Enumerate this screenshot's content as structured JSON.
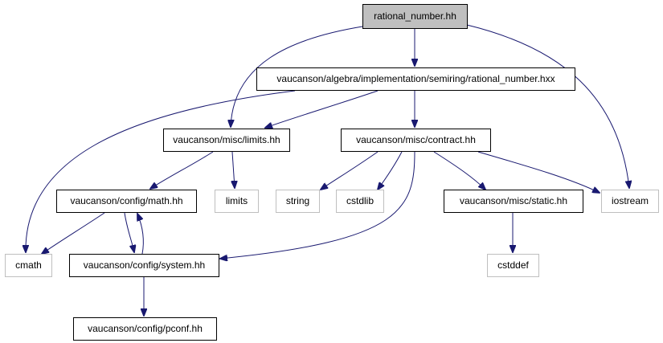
{
  "colors": {
    "edge": "#191970",
    "root_fill": "#bfbfbf",
    "node_stroke": "#000000",
    "external_stroke": "#bfbfbf",
    "background": "#ffffff"
  },
  "nodes": [
    {
      "id": "rational_number_hh",
      "label": "rational_number.hh",
      "kind": "root"
    },
    {
      "id": "rational_number_hxx",
      "label": "vaucanson/algebra/implementation/semiring/rational_number.hxx",
      "kind": "internal"
    },
    {
      "id": "limits_hh",
      "label": "vaucanson/misc/limits.hh",
      "kind": "internal"
    },
    {
      "id": "contract_hh",
      "label": "vaucanson/misc/contract.hh",
      "kind": "internal"
    },
    {
      "id": "math_hh",
      "label": "vaucanson/config/math.hh",
      "kind": "internal"
    },
    {
      "id": "limits",
      "label": "limits",
      "kind": "external"
    },
    {
      "id": "string",
      "label": "string",
      "kind": "external"
    },
    {
      "id": "cstdlib",
      "label": "cstdlib",
      "kind": "external"
    },
    {
      "id": "static_hh",
      "label": "vaucanson/misc/static.hh",
      "kind": "internal"
    },
    {
      "id": "iostream",
      "label": "iostream",
      "kind": "external"
    },
    {
      "id": "cmath",
      "label": "cmath",
      "kind": "external"
    },
    {
      "id": "system_hh",
      "label": "vaucanson/config/system.hh",
      "kind": "internal"
    },
    {
      "id": "cstddef",
      "label": "cstddef",
      "kind": "external"
    },
    {
      "id": "pconf_hh",
      "label": "vaucanson/config/pconf.hh",
      "kind": "internal"
    }
  ],
  "edges": [
    {
      "from": "rational_number_hh",
      "to": "rational_number_hxx"
    },
    {
      "from": "rational_number_hh",
      "to": "limits_hh"
    },
    {
      "from": "rational_number_hh",
      "to": "iostream"
    },
    {
      "from": "rational_number_hxx",
      "to": "limits_hh"
    },
    {
      "from": "rational_number_hxx",
      "to": "contract_hh"
    },
    {
      "from": "rational_number_hxx",
      "to": "cmath"
    },
    {
      "from": "limits_hh",
      "to": "math_hh"
    },
    {
      "from": "limits_hh",
      "to": "limits"
    },
    {
      "from": "contract_hh",
      "to": "string"
    },
    {
      "from": "contract_hh",
      "to": "cstdlib"
    },
    {
      "from": "contract_hh",
      "to": "static_hh"
    },
    {
      "from": "contract_hh",
      "to": "iostream"
    },
    {
      "from": "contract_hh",
      "to": "system_hh"
    },
    {
      "from": "math_hh",
      "to": "cmath"
    },
    {
      "from": "math_hh",
      "to": "system_hh"
    },
    {
      "from": "system_hh",
      "to": "math_hh"
    },
    {
      "from": "static_hh",
      "to": "cstddef"
    },
    {
      "from": "system_hh",
      "to": "pconf_hh"
    }
  ]
}
